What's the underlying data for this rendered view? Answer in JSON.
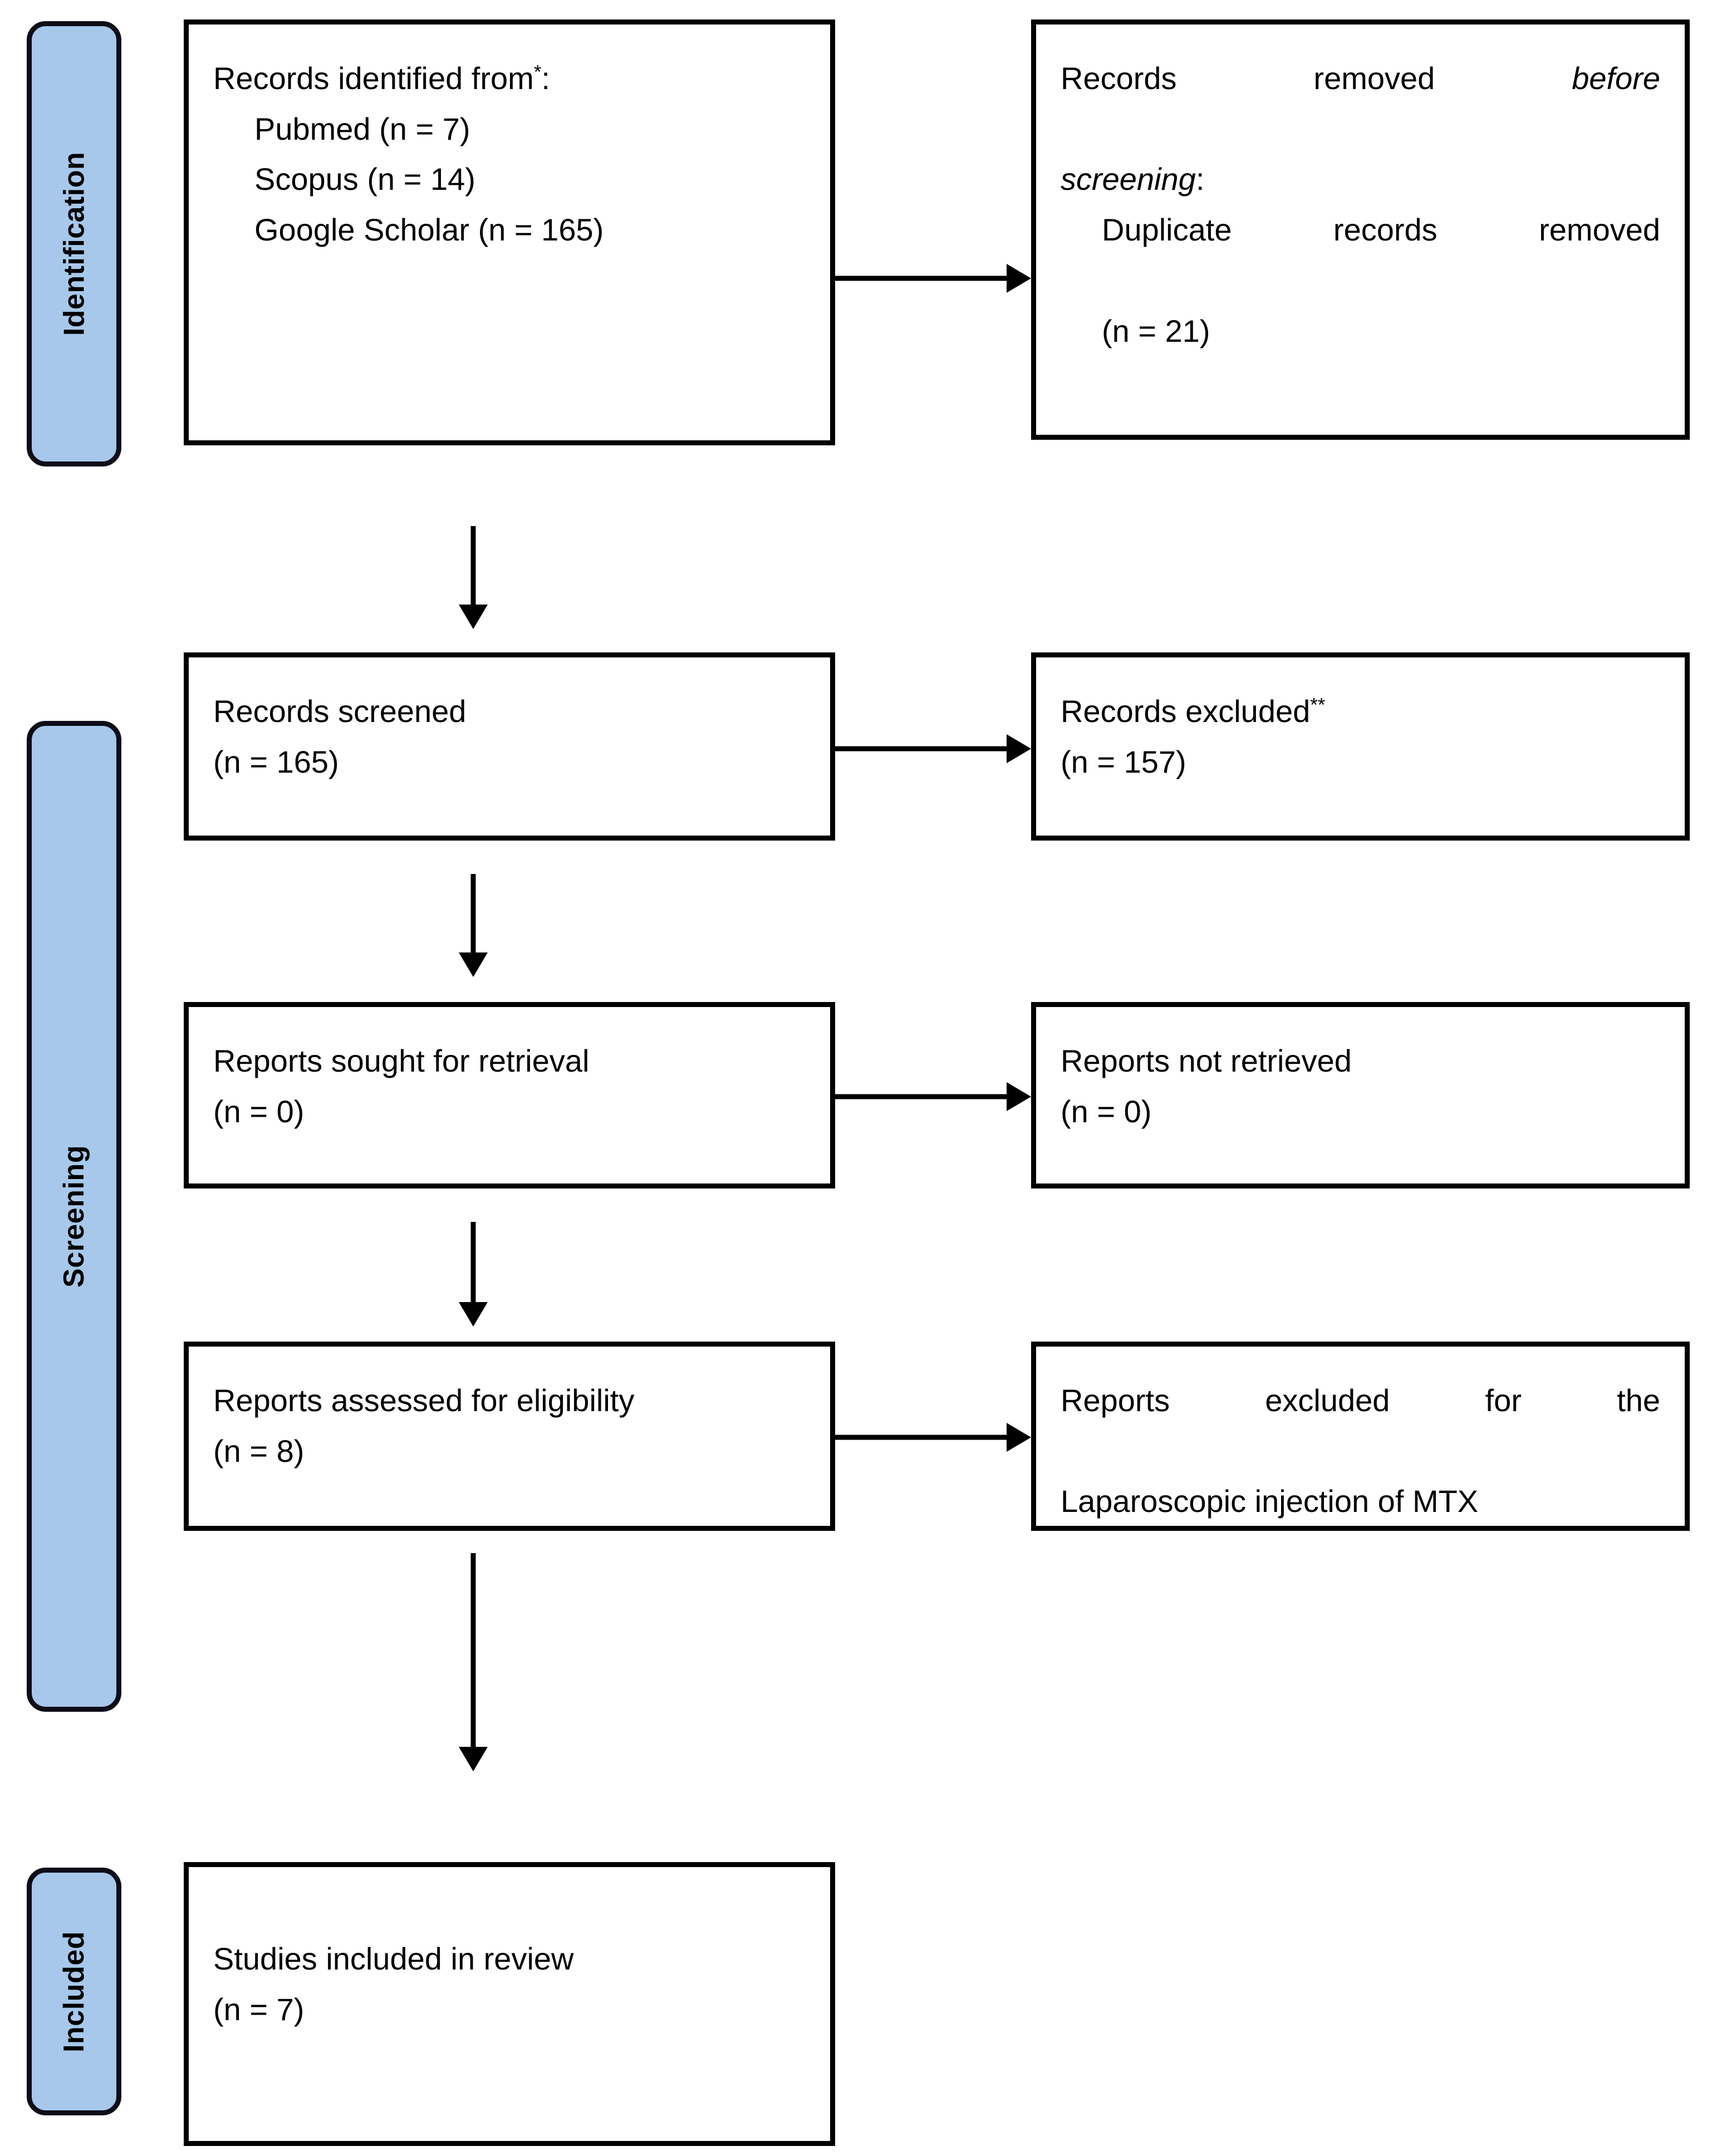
{
  "diagram": {
    "title": "PRISMA 2020 flow diagram",
    "accent_color": "#A7C8EA",
    "border_color": "#000000",
    "background_color": "#FFFFFF"
  },
  "stages": [
    {
      "id": "identification",
      "label": "Identification"
    },
    {
      "id": "screening",
      "label": "Screening"
    },
    {
      "id": "included",
      "label": "Included"
    }
  ],
  "boxes": {
    "records_identified": {
      "heading": "Records identified from",
      "heading_marker": "*",
      "heading_suffix": ":",
      "sources": [
        {
          "name": "Pubmed",
          "count": "(n = 7)",
          "text": "Pubmed (n = 7)"
        },
        {
          "name": "Scopus",
          "count": "(n = 14)",
          "text": "Scopus (n = 14)"
        },
        {
          "name": "Google Scholar",
          "count": "(n = 165)",
          "text": "Google Scholar (n = 165)"
        }
      ]
    },
    "records_removed": {
      "heading_part1": "Records removed ",
      "heading_italic": "before screening",
      "heading_suffix": ":",
      "line1": "Records removed",
      "line2_italic": "before",
      "line3_italic": "screening",
      "line3_suffix": ":",
      "detail": "Duplicate records removed",
      "detail_count": "(n = 21)"
    },
    "records_screened": {
      "label": "Records screened",
      "count": "(n = 165)"
    },
    "records_excluded": {
      "label": "Records excluded",
      "marker": "**",
      "count": "(n = 157)"
    },
    "reports_sought": {
      "label": "Reports sought for retrieval",
      "count": "(n = 0)"
    },
    "reports_not_retrieved": {
      "label": "Reports not retrieved",
      "count": "(n = 0)"
    },
    "reports_assessed": {
      "label": "Reports assessed for eligibility",
      "count": "(n = 8)"
    },
    "reports_excluded": {
      "line1": "Reports excluded for the",
      "line2": "Laparoscopic injection of MTX"
    },
    "studies_included": {
      "label": "Studies included in review",
      "count": "(n = 7)"
    }
  }
}
